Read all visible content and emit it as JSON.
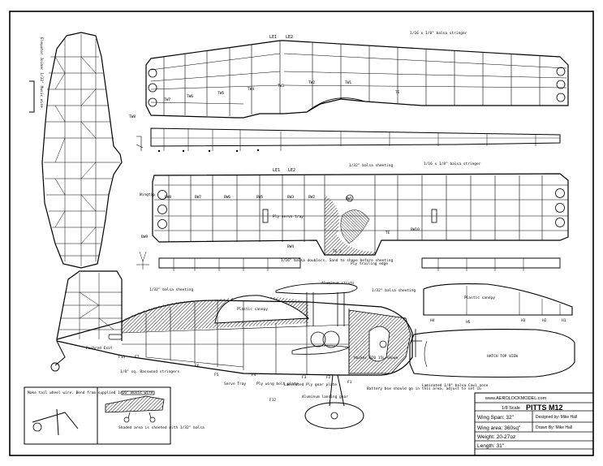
{
  "wing_top": {
    "le_labels": [
      "LE1",
      "LE2"
    ],
    "stringer_label": "1/16 x 1/8\" balsa stringer",
    "ribs": [
      "TW8",
      "TW7",
      "TW6",
      "TW5",
      "TW4",
      "TW3",
      "TW2",
      "TW1"
    ],
    "te_label": "TE"
  },
  "wing_bottom": {
    "le_labels": [
      "LE1",
      "LE2"
    ],
    "sheeting_label": "1/32\" balsa sheeting",
    "stringer_label": "1/16 x 1/8\" balsa stringer",
    "ribs": [
      "BW8",
      "BW7",
      "BW6",
      "BW5",
      "BW3",
      "BW2",
      "BW1"
    ],
    "servo_tray_label": "Ply servo tray",
    "bw9": "BW9",
    "bw10": "BW10",
    "bw4": "BW4",
    "te_label": "TE",
    "te2": "TE 2",
    "doublers_label": "1/16\" balsa doublers. Sand to shape before sheeting",
    "trailing_edge_label": "Ply trailing edge"
  },
  "stab_note": "Elevator Joiner 1/32\" Music wire",
  "fuselage": {
    "sheeting_label": "1/32\" balsa sheeting",
    "canopy_label": "Plastic canopy",
    "struts_label": "Aluminum struts",
    "sheeting2_label": "1/32\" balsa sheeting",
    "pushrod_label": "Pushrod Exit",
    "f13": "F13",
    "f7": "F7",
    "stringers_label": "1/8\" sq. Basswood stringers",
    "f6": "F6",
    "f5": "F5",
    "servo_tray_label": "Servo Tray",
    "f4": "F4",
    "wing_bolt_label": "Ply wing bolt plate",
    "f12": "F12",
    "gear_plate_label": "Laminated Ply gear plate",
    "f3": "F3",
    "f2": "F2",
    "f1": "F1",
    "landing_gear_label": "Aluminum landing gear",
    "battery_label": "Battery box should go in this area, adjust to set CG",
    "hacker_label": "Hacker B20 15L shown",
    "cowl_label": "Laminated 1/8\" balsa Cowl nose"
  },
  "canopy_side": {
    "label": "Plastic canopy",
    "h4": "H4",
    "h5": "H5",
    "h3": "H3",
    "h2": "H2",
    "h1": "H1"
  },
  "hatch": {
    "label": "HATCH TOP VIEW"
  },
  "inset": {
    "left_note": "Make tail wheel wire. Bend from supplied 1/16\" music wire",
    "right_note": "Shaded area is sheeted with 1/32\" balsa"
  },
  "title_block": {
    "url": "www.AEROLOCKMODEL.com",
    "scale": "1/8 Scale",
    "name": "PITTS M12",
    "designer": "Designed by: Mike Hall",
    "drawn_by": "Drawn By: Mike Hall",
    "rows": [
      "Wing Span: 32\"",
      "Wing area: 360sq\"",
      "Weight: 20-27oz",
      "Length: 31\""
    ]
  }
}
